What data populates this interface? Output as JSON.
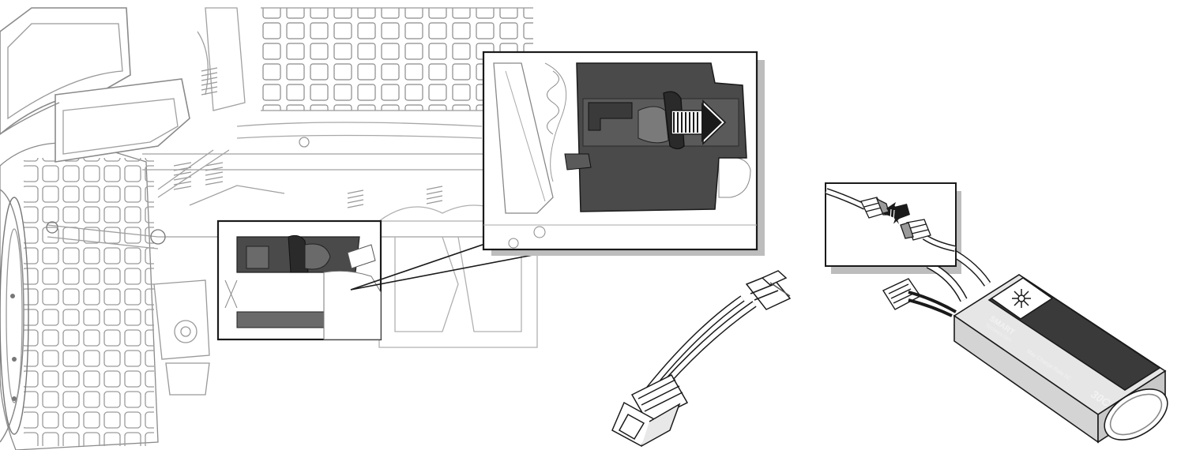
{
  "battery": {
    "brand_label": "SMART",
    "brand_sub": "TECHNOLOGY",
    "charge_rate_label": "Max Charge Rate 5C",
    "discharge_label": "30C"
  },
  "colors": {
    "line": "#555555",
    "light_line": "#c8c8c8",
    "dark_part": "#4a4a4a",
    "mid_part": "#8a8a8a",
    "inset_shadow": "#bdbdbd",
    "background": "#ffffff"
  },
  "icons": {
    "slide_arrow": "arrow-right",
    "connect_arrow": "arrow-left"
  }
}
